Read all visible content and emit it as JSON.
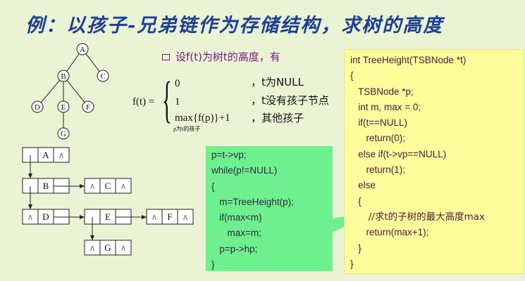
{
  "title": "例：以孩子-兄弟链作为存储结构，求树的高度",
  "bullet": "设f(t)为树t的高度，有",
  "formula": {
    "lhs": "f(t) =",
    "cases": [
      {
        "value": "0",
        "condition": "，t为NULL"
      },
      {
        "value": "1",
        "condition": "，t没有孩子节点"
      },
      {
        "value": "max{f(p)}+1",
        "condition": "，其他孩子"
      }
    ],
    "max_subscript": "p为t的孩子"
  },
  "tree": {
    "nodes": [
      "A",
      "B",
      "C",
      "D",
      "E",
      "F",
      "G"
    ]
  },
  "linked_list": {
    "null_symbol": "∧",
    "nodes": [
      "A",
      "B",
      "C",
      "D",
      "E",
      "F",
      "G"
    ]
  },
  "code_green": [
    "p=t->vp;",
    "while(p!=NULL)",
    "{",
    "   m=TreeHeight(p);",
    "   if(max<m)",
    "      max=m;",
    "   p=p->hp;",
    "}"
  ],
  "code_yellow": [
    "int TreeHeight(TSBNode *t)",
    "{",
    "   TSBNode *p;",
    "   int m, max = 0;",
    "   if(t==NULL)",
    "      return(0);",
    "   else if(t->vp==NULL)",
    "      return(1);",
    "   else",
    "   {",
    "      //求t的子树的最大高度max",
    "      return(max+1);",
    "   }",
    "}"
  ],
  "colors": {
    "background": "#eaf3d3",
    "title": "#1f3f96",
    "bullet": "#7a1a7a",
    "yellow_box": "#fdfd9c",
    "green_box": "#6ef08e",
    "code_text": "#4a1a35"
  }
}
